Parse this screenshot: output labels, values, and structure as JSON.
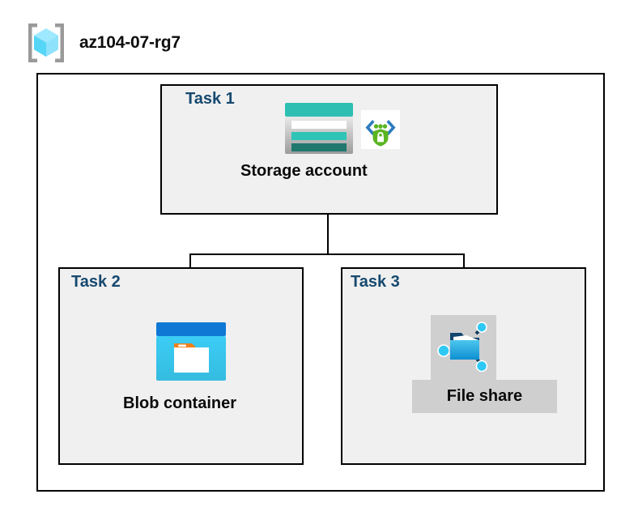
{
  "header": {
    "icon": "azure-resource-group-icon",
    "title": "az104-07-rg7"
  },
  "container": {
    "name": "resource-group-boundary"
  },
  "tasks": [
    {
      "label": "Task 1",
      "node_label": "Storage account",
      "icons": [
        "storage-account-icon",
        "secure-endpoint-shield-icon"
      ],
      "highlighted": false
    },
    {
      "label": "Task 2",
      "node_label": "Blob container",
      "icons": [
        "blob-container-icon"
      ],
      "highlighted": false
    },
    {
      "label": "Task 3",
      "node_label": "File share",
      "icons": [
        "file-share-icon"
      ],
      "highlighted": true
    }
  ],
  "colors": {
    "task_label": "#16496f",
    "task_box_fill": "#f0f0f0",
    "border": "#000000",
    "selection_highlight": "#cfcfcf",
    "storage_teal": "#2ebfb2",
    "storage_teal_dark": "#21786f",
    "blob_blue": "#0f78d4",
    "blob_cyan": "#32c5f4",
    "blob_orange": "#f07f1a",
    "shield_green": "#5bb522",
    "endpoint_blue": "#2d7bbf",
    "fileshare_blue": "#32b5e8",
    "rg_cube_cyan": "#7fe3ff"
  }
}
